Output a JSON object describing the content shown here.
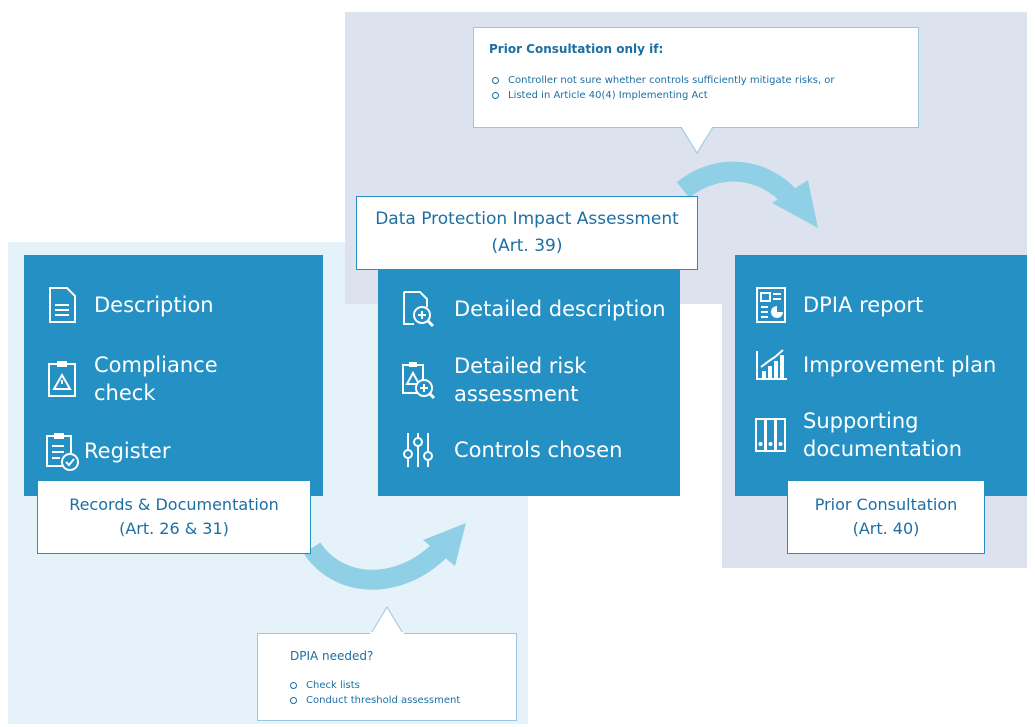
{
  "records": {
    "items": [
      {
        "icon": "document-icon",
        "label": "Description"
      },
      {
        "icon": "warning-clipboard-icon",
        "label": "Compliance\ncheck"
      },
      {
        "icon": "checklist-register-icon",
        "label": "Register"
      }
    ],
    "title_line1": "Records & Documentation",
    "title_line2": "(Art. 26 & 31)"
  },
  "dpia": {
    "title_line1": "Data Protection Impact Assessment",
    "title_line2": "(Art. 39)",
    "items": [
      {
        "icon": "magnify-document-icon",
        "label": "Detailed description"
      },
      {
        "icon": "risk-assessment-icon",
        "label": "Detailed risk\nassessment"
      },
      {
        "icon": "controls-sliders-icon",
        "label": "Controls chosen"
      }
    ]
  },
  "prior": {
    "items": [
      {
        "icon": "report-icon",
        "label": "DPIA report"
      },
      {
        "icon": "improvement-chart-icon",
        "label": "Improvement plan"
      },
      {
        "icon": "binders-icon",
        "label": "Supporting\ndocumentation"
      }
    ],
    "title_line1": "Prior Consultation",
    "title_line2": "(Art. 40)"
  },
  "callout_top": {
    "title": "Prior Consultation only if:",
    "bullets": [
      "Controller not sure whether controls sufficiently mitigate risks, or",
      "Listed in Article 40(4) Implementing Act"
    ]
  },
  "callout_bottom": {
    "title": "DPIA needed?",
    "bullets": [
      "Check lists",
      "Conduct threshold assessment"
    ]
  },
  "colors": {
    "box_blue": "#2590c4",
    "label_text": "#1d6fa3",
    "arrow": "#8fd0e6",
    "panel_light": "#e6f2fa",
    "panel_gray": "#dde3ee"
  }
}
